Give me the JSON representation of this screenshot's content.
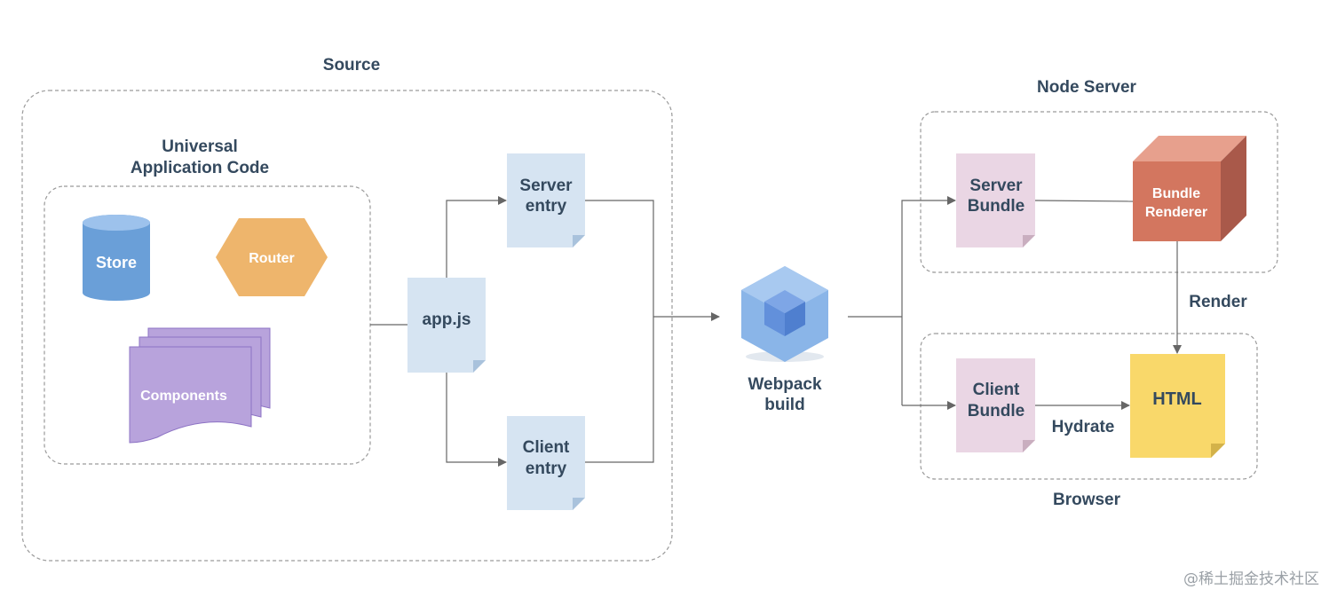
{
  "groups": {
    "source": "Source",
    "universal_line1": "Universal",
    "universal_line2": "Application Code",
    "node_server": "Node Server",
    "browser": "Browser"
  },
  "nodes": {
    "store": "Store",
    "router": "Router",
    "components": "Components",
    "app_js": "app.js",
    "server_entry_line1": "Server",
    "server_entry_line2": "entry",
    "client_entry_line1": "Client",
    "client_entry_line2": "entry",
    "webpack_line1": "Webpack",
    "webpack_line2": "build",
    "server_bundle_line1": "Server",
    "server_bundle_line2": "Bundle",
    "bundle_renderer_line1": "Bundle",
    "bundle_renderer_line2": "Renderer",
    "client_bundle_line1": "Client",
    "client_bundle_line2": "Bundle",
    "html": "HTML"
  },
  "edges": {
    "render": "Render",
    "hydrate": "Hydrate"
  },
  "watermark": "@稀土掘金技术社区",
  "colors": {
    "text": "#34495e",
    "store": "#6a9fd8",
    "router": "#eeb56c",
    "components": "#b8a3dc",
    "entry_doc": "#d6e4f2",
    "bundle_doc": "#ead6e4",
    "renderer": "#d3765f",
    "html_doc": "#f9d86a",
    "webpack": "#8ab5e8"
  }
}
